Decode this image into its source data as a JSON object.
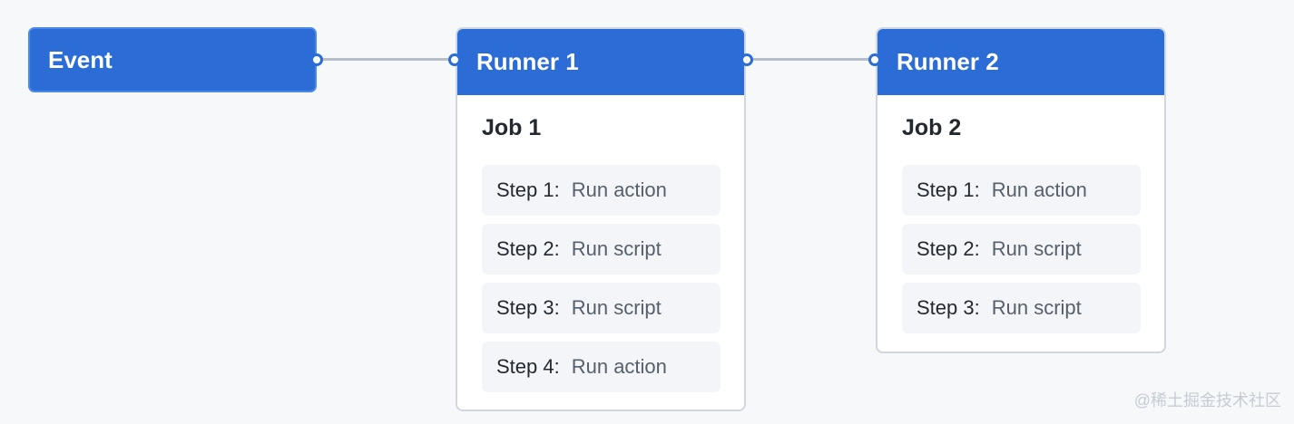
{
  "event": {
    "label": "Event"
  },
  "runners": [
    {
      "title": "Runner 1",
      "job": "Job 1",
      "steps": [
        {
          "label": "Step 1:",
          "action": "Run action"
        },
        {
          "label": "Step 2:",
          "action": "Run script"
        },
        {
          "label": "Step 3:",
          "action": "Run script"
        },
        {
          "label": "Step 4:",
          "action": "Run action"
        }
      ]
    },
    {
      "title": "Runner 2",
      "job": "Job 2",
      "steps": [
        {
          "label": "Step 1:",
          "action": "Run action"
        },
        {
          "label": "Step 2:",
          "action": "Run script"
        },
        {
          "label": "Step 3:",
          "action": "Run script"
        }
      ]
    }
  ],
  "watermark": "@稀土掘金技术社区",
  "colors": {
    "header": "#2b6cd6",
    "background": "#f6f8fa",
    "card": "#ffffff",
    "step": "#f3f5f8",
    "connector": "#b7bec7"
  }
}
